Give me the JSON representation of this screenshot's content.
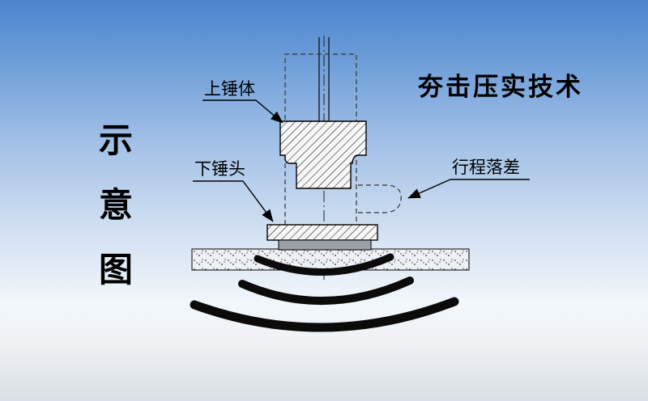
{
  "title": "夯击压实技术",
  "side_label": {
    "char1": "示",
    "char2": "意",
    "char3": "图"
  },
  "labels": {
    "upper_hammer": "上锤体",
    "lower_hammer": "下锤头",
    "stroke_drop": "行程落差"
  },
  "diagram": {
    "type": "technical-schematic",
    "subject": "tamping-compaction-machine-cross-section",
    "parts": [
      "upper-hammer-body",
      "lower-hammer-head",
      "stroke-drop-gap",
      "ground-layer",
      "shock-wave-arcs"
    ]
  },
  "colors": {
    "bg_top": "#4c84ce",
    "bg_bottom": "#d9dee4",
    "line": "#000000",
    "wave": "#0b0b0b",
    "hatch_fill": "#f6f6f6",
    "ground_fill": "#edf1f5"
  }
}
